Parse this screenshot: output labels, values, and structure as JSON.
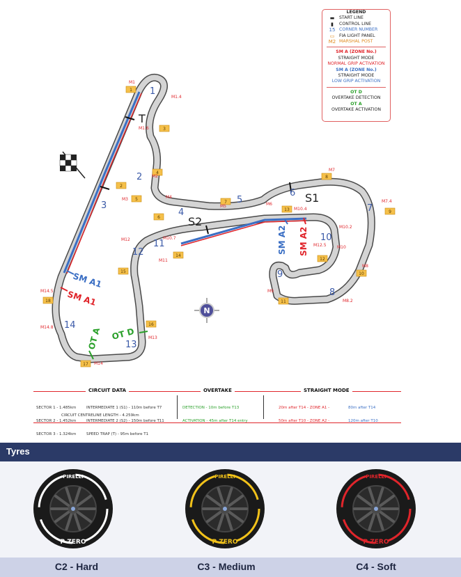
{
  "legend": {
    "title": "LEGEND",
    "start_line": "START LINE",
    "control_line": "CONTROL LINE",
    "corner_number": "CORNER NUMBER",
    "corner_number_example": "15",
    "fia_light_panel": "FIA LIGHT PANEL",
    "marshal_post": "MARSHAL POST",
    "marshal_post_example": "M2",
    "sm_zone_red": "SM A (ZONE No.)",
    "straight_mode_red": "STRAIGHT MODE",
    "normal_grip": "NORMAL GRIP ACTIVATION",
    "sm_zone_blue": "SM A (ZONE No.)",
    "straight_mode_blue": "STRAIGHT MODE",
    "low_grip": "LOW GRIP ACTIVATION",
    "ot_d": "OT D",
    "overtake_detection": "OVERTAKE DETECTION",
    "ot_a": "OT A",
    "overtake_activation": "OVERTAKE ACTIVATION"
  },
  "map": {
    "corners": [
      "1",
      "2",
      "3",
      "4",
      "5",
      "6",
      "7",
      "8",
      "9",
      "10",
      "11",
      "12",
      "13",
      "14"
    ],
    "sector_labels": [
      "T",
      "S1",
      "S2"
    ],
    "light_panels": [
      "1",
      "2",
      "3",
      "4",
      "5",
      "6",
      "7",
      "8",
      "9",
      "10",
      "11",
      "12",
      "13",
      "14",
      "15",
      "16",
      "17",
      "18"
    ],
    "marshal_posts": [
      "M1",
      "M1.4",
      "M1.6",
      "M2",
      "M3",
      "M4",
      "M5",
      "M6",
      "M7",
      "M7.4",
      "M8",
      "M8.2",
      "M9",
      "M10",
      "M10.2",
      "M10.4",
      "M10.7",
      "M11",
      "M12",
      "M12.5",
      "M13",
      "M14",
      "M14.5",
      "M14.8"
    ],
    "zones": {
      "sm_a1_blue": "SM A1",
      "sm_a1_red": "SM A1",
      "sm_a2_blue": "SM A2",
      "sm_a2_red": "SM A2",
      "ot_d": "OT D",
      "ot_a": "OT A"
    },
    "north": "N"
  },
  "circuit_data": {
    "title": "CIRCUIT DATA",
    "sectors": [
      "SECTOR 1 - 1.485km",
      "SECTOR 2 - 1.452km",
      "SECTOR 3 - 1.324km"
    ],
    "intermediates": [
      "INTERMEDIATE 1 (S1) - 110m before T7",
      "INTERMEDIATE 2 (S2) - 150m before T11",
      "SPEED TRAP (T) - 95m before T1"
    ],
    "length": "CIRCUIT CENTRELINE LENGTH - 4.259km"
  },
  "overtake": {
    "title": "OVERTAKE",
    "detection": "DETECTION - 10m before T13",
    "activation": "ACTIVATION - 45m after T14 entry"
  },
  "straight_mode": {
    "title": "STRAIGHT MODE",
    "red_rows": [
      "20m after T14 - ZONE A1 -",
      "50m after T10 - ZONE A2 -"
    ],
    "blue_rows": [
      "80m after T14",
      "120m after T10"
    ]
  },
  "tyres": {
    "header": "Tyres",
    "items": [
      {
        "label": "C2 - Hard",
        "color": "#ffffff"
      },
      {
        "label": "C3 - Medium",
        "color": "#f2c21a"
      },
      {
        "label": "C4 - Soft",
        "color": "#e0252b"
      }
    ],
    "brand": "PIRELLI",
    "sidewall": "P ZERO"
  },
  "colors": {
    "red": "#e0252b",
    "blue": "#3b6fc4",
    "green": "#2aa02a",
    "orange": "#e08a1e",
    "track": "#c9c9c9",
    "header": "#2b3a67"
  }
}
